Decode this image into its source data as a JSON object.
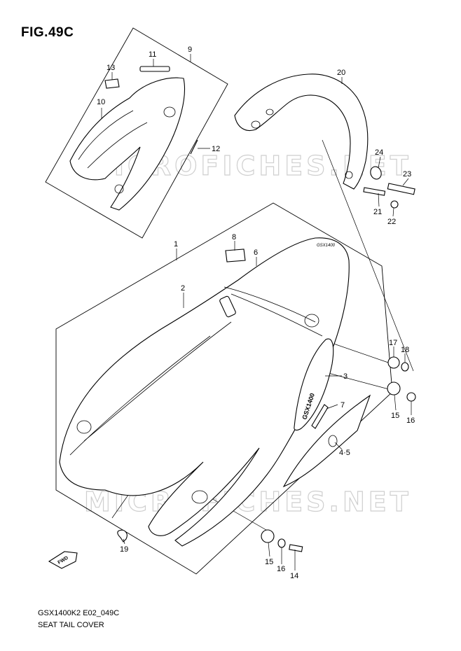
{
  "figure": {
    "title": "FIG.49C",
    "model_code": "GSX1400K2 E02_049C",
    "name": "SEAT TAIL COVER",
    "watermark": "MICROFICHES.NET",
    "fwd_label": "FWD",
    "badge_text": "GSX1400",
    "emblem_text": "GSX1400"
  },
  "callouts": {
    "c1": "1",
    "c2": "2",
    "c3": "3",
    "c45": "4·5",
    "c6": "6",
    "c7": "7",
    "c8": "8",
    "c9": "9",
    "c10": "10",
    "c11": "11",
    "c12": "12",
    "c13": "13",
    "c14": "14",
    "c15a": "15",
    "c15b": "15",
    "c16a": "16",
    "c16b": "16",
    "c17": "17",
    "c18": "18",
    "c19": "19",
    "c20": "20",
    "c21": "21",
    "c22": "22",
    "c23": "23",
    "c24": "24"
  }
}
